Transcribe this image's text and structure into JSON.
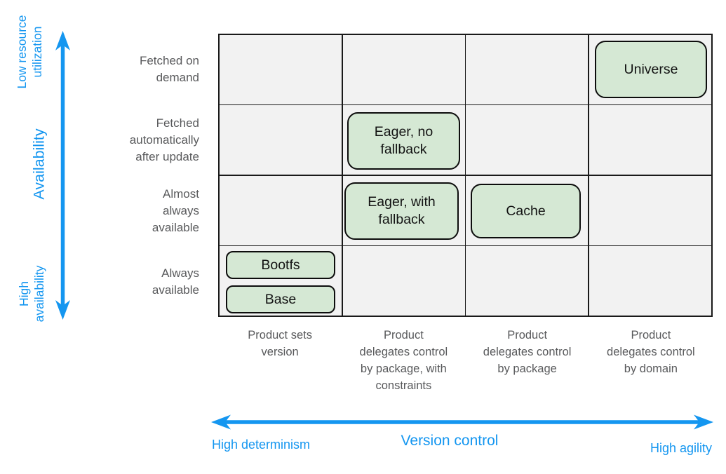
{
  "diagram": {
    "title_semantic": "package availability vs version control matrix",
    "y_axis": {
      "top_label": "Low resource\nutilization",
      "title": "Availability",
      "bottom_label": "High\navailability"
    },
    "x_axis": {
      "left_label": "High determinism",
      "title": "Version control",
      "right_label": "High agility"
    },
    "rows": [
      {
        "label": "Fetched on\ndemand"
      },
      {
        "label": "Fetched\nautomatically\nafter update"
      },
      {
        "label": "Almost\nalways\navailable"
      },
      {
        "label": "Always\navailable"
      }
    ],
    "columns": [
      {
        "label": "Product sets\nversion"
      },
      {
        "label": "Product\ndelegates control\nby package, with\nconstraints"
      },
      {
        "label": "Product\ndelegates control\nby package"
      },
      {
        "label": "Product\ndelegates control\nby domain"
      }
    ],
    "boxes": [
      {
        "label": "Universe",
        "row": 1,
        "col": 4
      },
      {
        "label": "Eager, no\nfallback",
        "row": 2,
        "col": 2
      },
      {
        "label": "Eager, with\nfallback",
        "row": 3,
        "col": 2
      },
      {
        "label": "Cache",
        "row": 3,
        "col": 3
      },
      {
        "label": "Bootfs",
        "row": 4,
        "col": 1
      },
      {
        "label": "Base",
        "row": 4,
        "col": 1
      }
    ],
    "colors": {
      "accent_blue": "#1496f0",
      "box_fill_green": "#d5e8d4",
      "box_border": "#0d0d0d",
      "cell_fill": "#f2f2f2",
      "grid_line": "#1a1a1a",
      "label_gray": "#58595b"
    }
  }
}
